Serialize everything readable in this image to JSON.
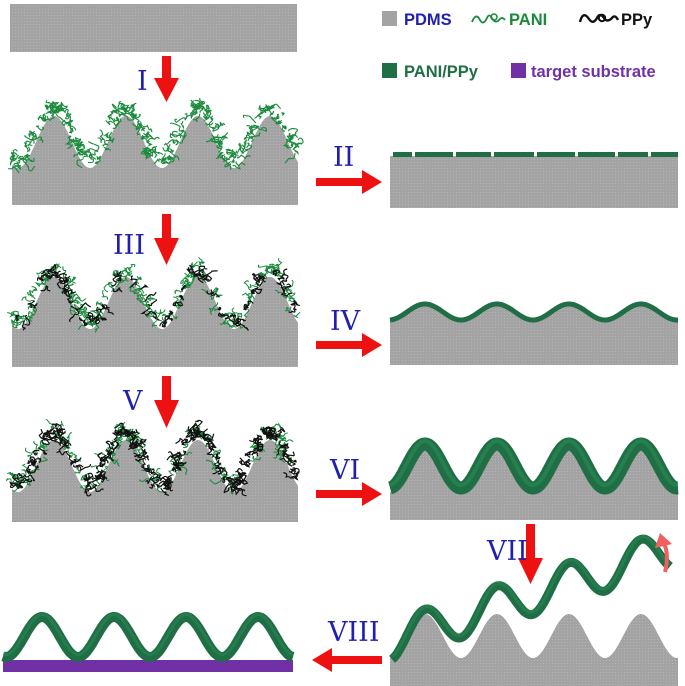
{
  "colors": {
    "pdms": "#a3a3a3",
    "pani": "#1a8a3c",
    "ppy": "#111111",
    "film": "#1f6e45",
    "target": "#7130a6",
    "arrow": "#ee1111",
    "step_label": "#1f1fb0",
    "legend_pdms_text": "#1f1fb0",
    "legend_pani_text": "#1a8a3c",
    "legend_ppy_text": "#111111",
    "legend_film_text": "#1f6e45",
    "legend_target_text": "#7130a6"
  },
  "legend": {
    "pdms": "PDMS",
    "pani": "PANI",
    "ppy": "PPy",
    "film": "PANI/PPy",
    "target": "target substrate"
  },
  "steps": {
    "s1": "I",
    "s2": "II",
    "s3": "III",
    "s4": "IV",
    "s5": "V",
    "s6": "VI",
    "s7": "VII",
    "s8": "VIII"
  }
}
